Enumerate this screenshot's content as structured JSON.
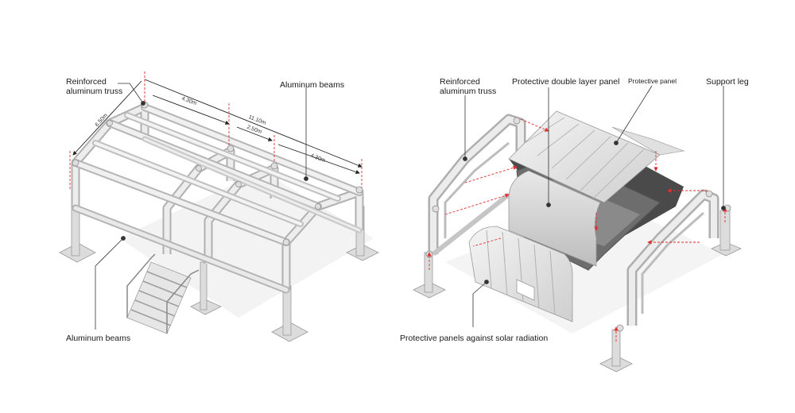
{
  "left": {
    "labels": {
      "truss": "Reinforced\naluminum truss",
      "beams_top": "Aluminum beams",
      "beams_bottom": "Aluminum beams"
    },
    "dimensions": {
      "d650": "6.50m",
      "d430a": "4.30m",
      "d1110": "11.10m",
      "d250": "2.50m",
      "d430b": "4.30m"
    }
  },
  "right": {
    "labels": {
      "truss": "Reinforced\naluminum truss",
      "double_panel": "Protective double layer panel",
      "panel": "Protective panel",
      "leg": "Support leg",
      "solar": "Protective panels against solar radiation"
    }
  },
  "colors": {
    "frame_light": "#ececec",
    "frame_mid": "#d4d4d4",
    "frame_dark": "#a9a9a9",
    "dimension_red": "#e03030",
    "leader": "#333333"
  }
}
